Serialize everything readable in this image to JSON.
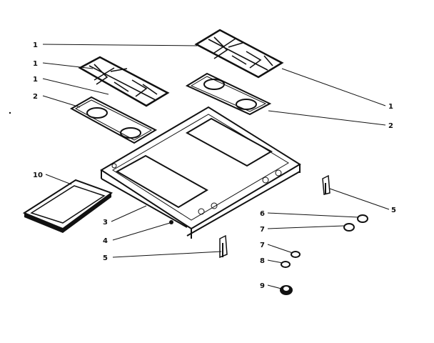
{
  "diagram": {
    "callouts": [
      {
        "id": "c-1a",
        "text": "1"
      },
      {
        "id": "c-1b",
        "text": "1"
      },
      {
        "id": "c-1c",
        "text": "1"
      },
      {
        "id": "c-1d",
        "text": "1"
      },
      {
        "id": "c-2a",
        "text": "2"
      },
      {
        "id": "c-2b",
        "text": "2"
      },
      {
        "id": "c-10",
        "text": "10"
      },
      {
        "id": "c-3",
        "text": "3"
      },
      {
        "id": "c-4",
        "text": "4"
      },
      {
        "id": "c-5a",
        "text": "5"
      },
      {
        "id": "c-5b",
        "text": "5"
      },
      {
        "id": "c-6",
        "text": "6"
      },
      {
        "id": "c-7a",
        "text": "7"
      },
      {
        "id": "c-7b",
        "text": "7"
      },
      {
        "id": "c-8",
        "text": "8"
      },
      {
        "id": "c-9",
        "text": "9"
      }
    ]
  }
}
